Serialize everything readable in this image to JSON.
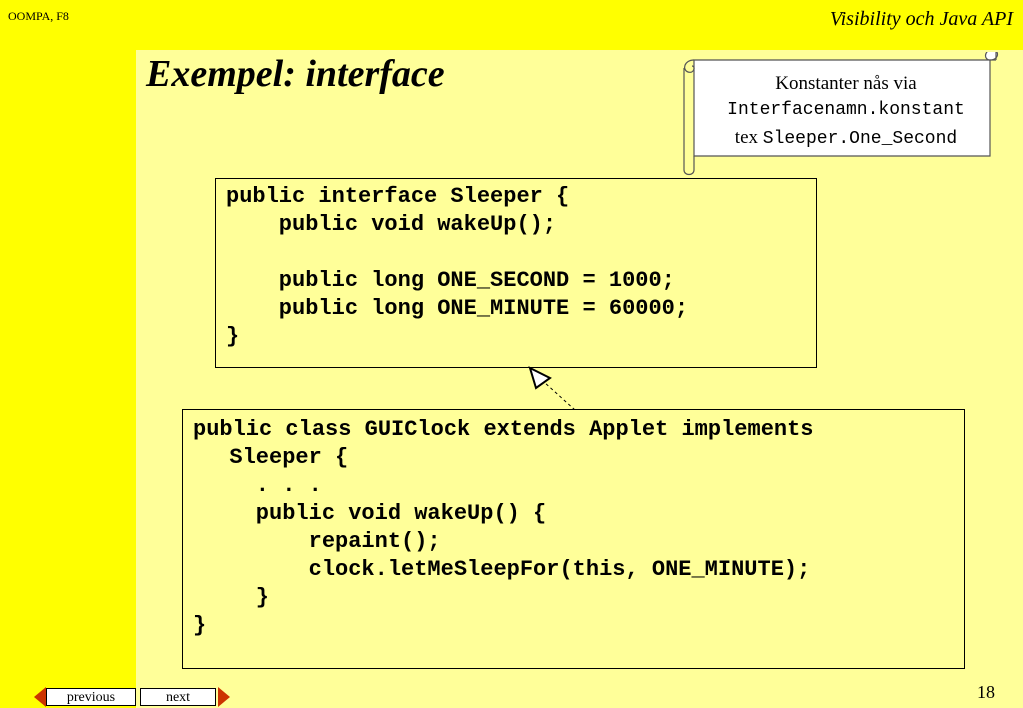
{
  "header": {
    "course": "OOMPA, F8",
    "title": "Visibility och Java API"
  },
  "slide": {
    "title": "Exempel: interface",
    "page_number": "18"
  },
  "callout": {
    "line1": "Konstanter nås via",
    "line2": "Interfacenamn.konstant",
    "line3_prefix": "tex",
    "line3_code": "Sleeper.One_Second"
  },
  "interface_code": [
    "public interface Sleeper {",
    "    public void wakeUp();",
    "",
    "    public long ONE_SECOND = 1000;",
    "    public long ONE_MINUTE = 60000;",
    "}"
  ],
  "class_code": [
    "public class GUIClock extends Applet implements",
    "  Sleeper {",
    "    . . .",
    "    public void wakeUp() {",
    "        repaint();",
    "        clock.letMeSleepFor(this, ONE_MINUTE);",
    "    }",
    "}"
  ],
  "nav": {
    "previous": "previous",
    "next": "next"
  },
  "colors": {
    "header_bar": "#ffff00",
    "slide_background": "#ffff99",
    "nav_arrow": "#cc3300"
  }
}
